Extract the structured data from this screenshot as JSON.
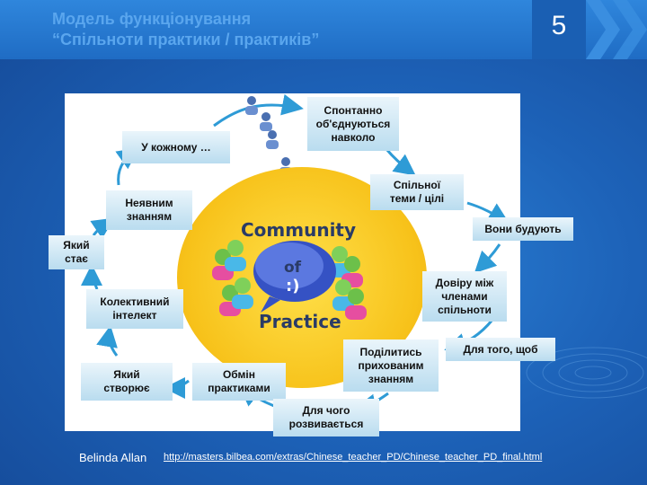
{
  "header": {
    "title": "Модель функціонування\n“Спільноти практики / практиків”",
    "slide_number": "5"
  },
  "diagram": {
    "center_text": {
      "line1": "Community",
      "line2": "of",
      "line3": "Practice"
    },
    "labels": {
      "u_kozhnomu": "У кожному …",
      "spontanno": "Спонтанно\nоб'єднуються\nнавколо",
      "spilnoi_temy": "Спільної\nтеми / цілі",
      "neiavnym": "Неявним\nзнанням",
      "vony_buduiut": "Вони будують",
      "yakyi_staie": "Який\nстає",
      "doviru": "Довіру між\nчленами\nспільноти",
      "kolektyvnyi": "Колективний\nінтелект",
      "podilytys": "Поділитись\nприхованим\nзнанням",
      "dlia_toho": "Для того, щоб",
      "yakyi_stvoriuie": "Який\nстворює",
      "obmin": "Обмін\nпрактиками",
      "dlia_choho": "Для чого\nрозвивається"
    }
  },
  "footer": {
    "author": "Belinda Allan",
    "link": "http://masters.bilbea.com/extras/Chinese_teacher_PD/Chinese_teacher_PD_final.html"
  },
  "colors": {
    "accent": "#2e9bd6",
    "circle": "#f7c21a",
    "label_bg": "#cfe8f5"
  }
}
